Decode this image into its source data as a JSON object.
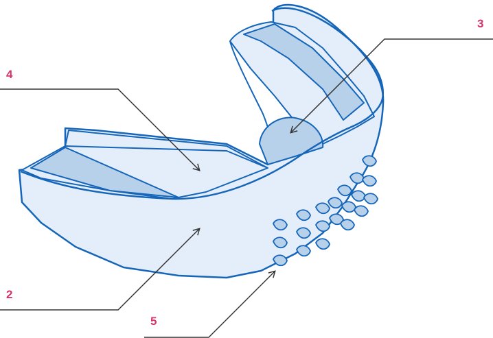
{
  "labels": {
    "callout_3": "3",
    "callout_4": "4",
    "callout_2": "2",
    "callout_5": "5"
  },
  "colors": {
    "outline": "#1565b8",
    "fill_light": "#e3eefa",
    "fill_mid": "#b7d1eb",
    "label": "#d6336c",
    "leader": "#333333"
  },
  "icons": {
    "subject": "mouthguard-illustration"
  }
}
